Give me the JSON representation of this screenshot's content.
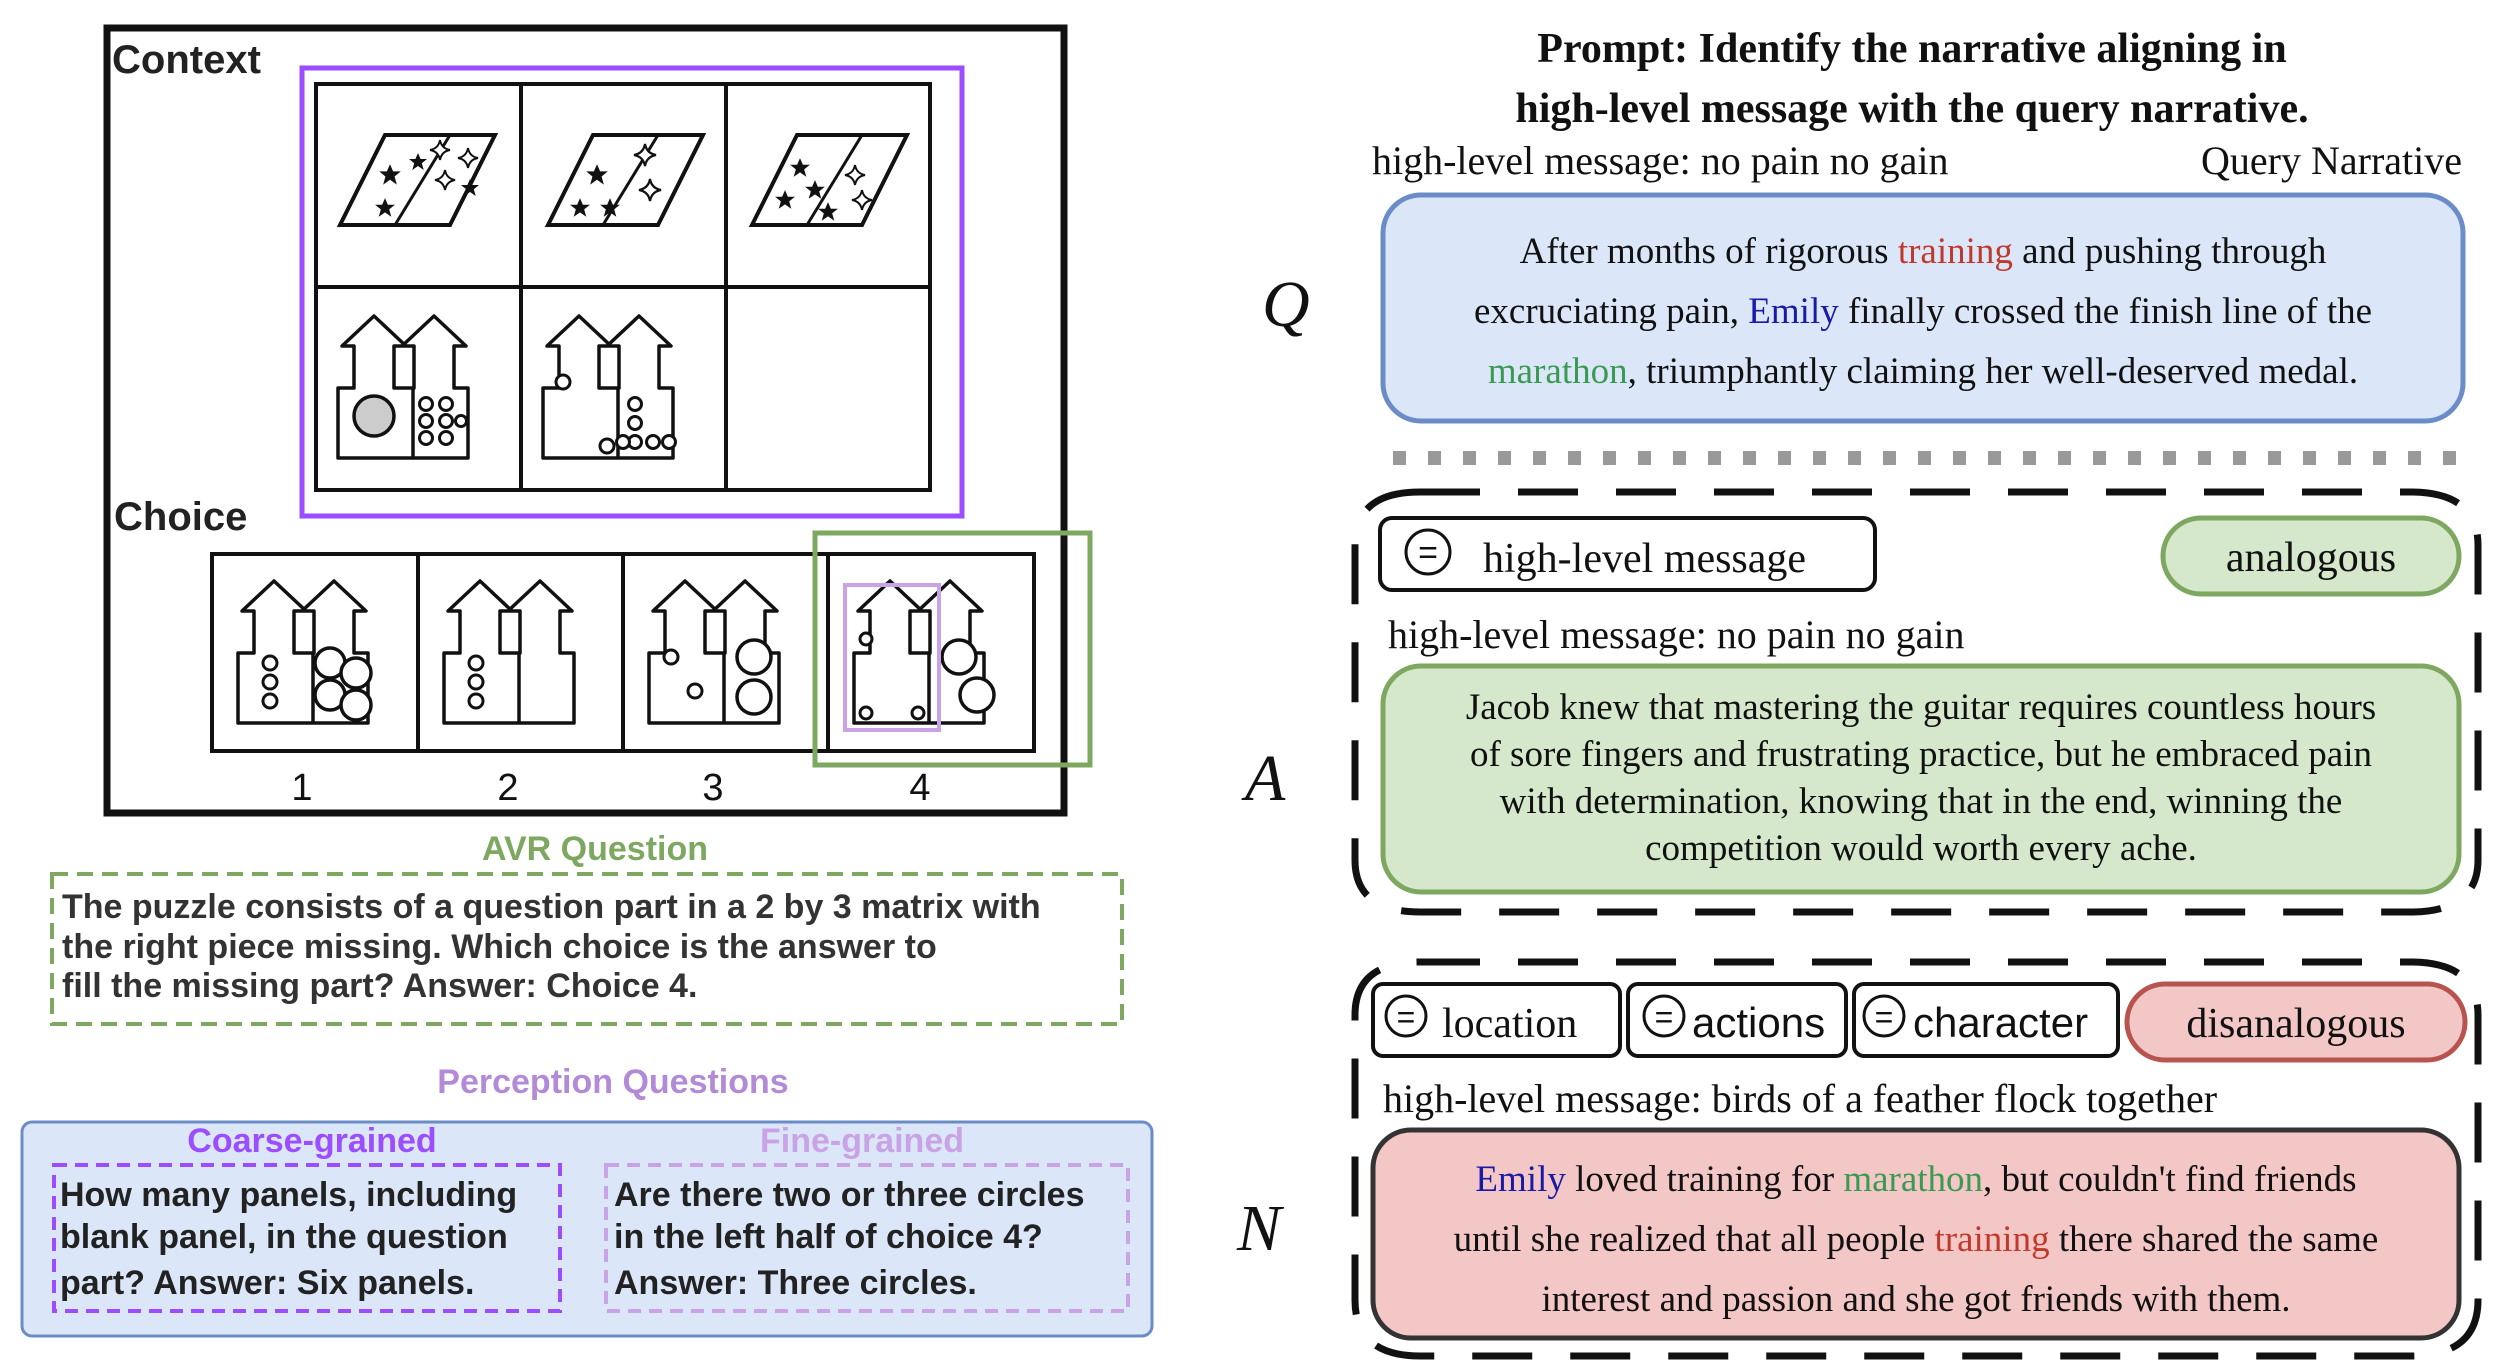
{
  "left": {
    "context_label": "Context",
    "choice_label": "Choice",
    "choice_numbers": [
      "1",
      "2",
      "3",
      "4"
    ],
    "avr_title": "AVR Question",
    "avr_text_lines": [
      "The puzzle consists of a question part in a 2 by 3 matrix with",
      "the right piece missing. Which choice is the answer to",
      "fill the missing part? Answer: Choice 4."
    ],
    "perception_title": "Perception Questions",
    "coarse_title": "Coarse-grained",
    "coarse_lines": [
      "How many panels, including",
      "blank panel, in the question",
      "part? Answer: Six panels."
    ],
    "fine_title": "Fine-grained",
    "fine_lines": [
      "Are there two or three circles",
      "in the left half of choice 4?",
      "Answer: Three circles."
    ]
  },
  "right": {
    "prompt_lines": [
      "Prompt: Identify the narrative aligning in",
      "high-level message with the query narrative."
    ],
    "q_message": "high-level message: no pain no gain",
    "query_label": "Query Narrative",
    "q_symbol": "Q",
    "a_symbol": "A",
    "n_symbol": "N",
    "equal_sign": "=",
    "q_story": {
      "line1_a": "After months of rigorous ",
      "line1_b": "training",
      "line1_c": " and pushing through",
      "line2_a": "excruciating pain, ",
      "line2_b": "Emily",
      "line2_c": " finally crossed the finish line of the",
      "line3_a": "marathon",
      "line3_b": ", triumphantly claiming her well-deserved medal."
    },
    "a_tag": "high-level message",
    "a_badge": "analogous",
    "a_message": "high-level message: no pain no gain",
    "a_story_lines": [
      "Jacob knew that mastering the guitar requires countless hours",
      "of sore fingers and frustrating practice, but he embraced pain",
      "with determination, knowing that in the end, winning the",
      "competition would worth every ache."
    ],
    "n_tags": [
      "location",
      "actions",
      "character"
    ],
    "n_badge": "disanalogous",
    "n_message": "high-level message: birds of a feather flock together",
    "n_story": {
      "line1_a": "Emily",
      "line1_b": " loved training for ",
      "line1_c": "marathon",
      "line1_d": ", but couldn't find friends",
      "line2_a": "until she realized that all people ",
      "line2_b": "training",
      "line2_c": " there shared the same",
      "line3": "interest and passion and she got friends with them."
    }
  },
  "colors": {
    "purple": "#9b4dff",
    "green_outline": "#7ea760",
    "light_purple": "#c9a3e6",
    "blue_fill": "#dbe7f9",
    "blue_border": "#6b8cc7",
    "green_fill": "#d5e8cc",
    "red_fill": "#f4c7c7",
    "red_border": "#b85450",
    "word_red": "#c0392b",
    "word_blue": "#1a1aa8",
    "word_green": "#3a9a52"
  }
}
